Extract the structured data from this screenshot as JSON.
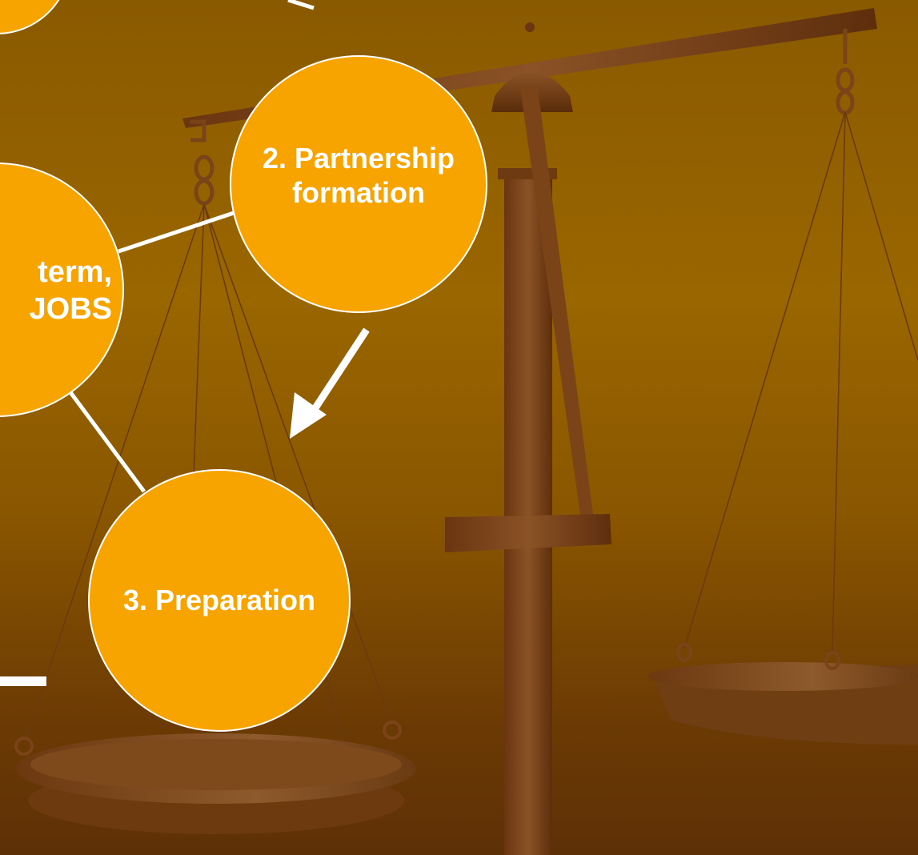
{
  "diagram": {
    "nodes": [
      {
        "id": "node-1",
        "label": "term,\nJOBS"
      },
      {
        "id": "node-2",
        "label": "2. Partnership\nformation"
      },
      {
        "id": "node-3",
        "label": "3. Preparation"
      }
    ]
  },
  "colors": {
    "background_top": "#9a6600",
    "background_bottom": "#5e3006",
    "node_fill": "#f7a400",
    "node_stroke": "#ffffff",
    "connector": "#ffffff",
    "scale_wood": "#7a4418"
  }
}
